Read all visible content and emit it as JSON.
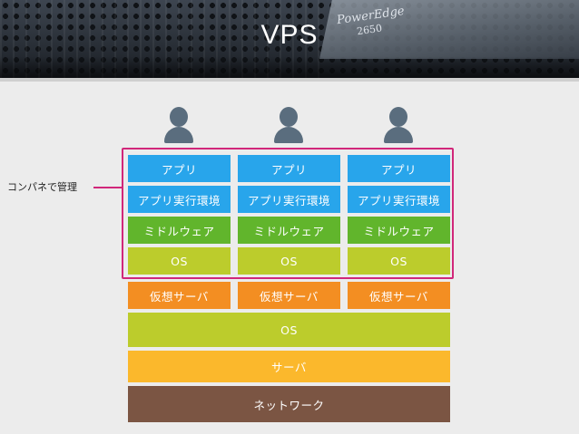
{
  "title": "VPS",
  "header_badge": {
    "brand": "PowerEdge",
    "model": "2650"
  },
  "management_label": "コンパネで管理",
  "columns": [
    {
      "app": "アプリ",
      "runtime": "アプリ実行環境",
      "middleware": "ミドルウェア",
      "os": "OS",
      "virtual_server": "仮想サーバ"
    },
    {
      "app": "アプリ",
      "runtime": "アプリ実行環境",
      "middleware": "ミドルウェア",
      "os": "OS",
      "virtual_server": "仮想サーバ"
    },
    {
      "app": "アプリ",
      "runtime": "アプリ実行環境",
      "middleware": "ミドルウェア",
      "os": "OS",
      "virtual_server": "仮想サーバ"
    }
  ],
  "shared_layers": {
    "os": "OS",
    "server": "サーバ",
    "network": "ネットワーク"
  },
  "icons": {
    "user": "user-icon"
  },
  "colors": {
    "app": "#28a5eb",
    "middleware": "#61b52c",
    "os": "#bccc2c",
    "virtual_server": "#f38e22",
    "server": "#fbb82c",
    "network": "#7b5543",
    "management_frame": "#d1277a",
    "user_icon": "#5a6d7e"
  }
}
